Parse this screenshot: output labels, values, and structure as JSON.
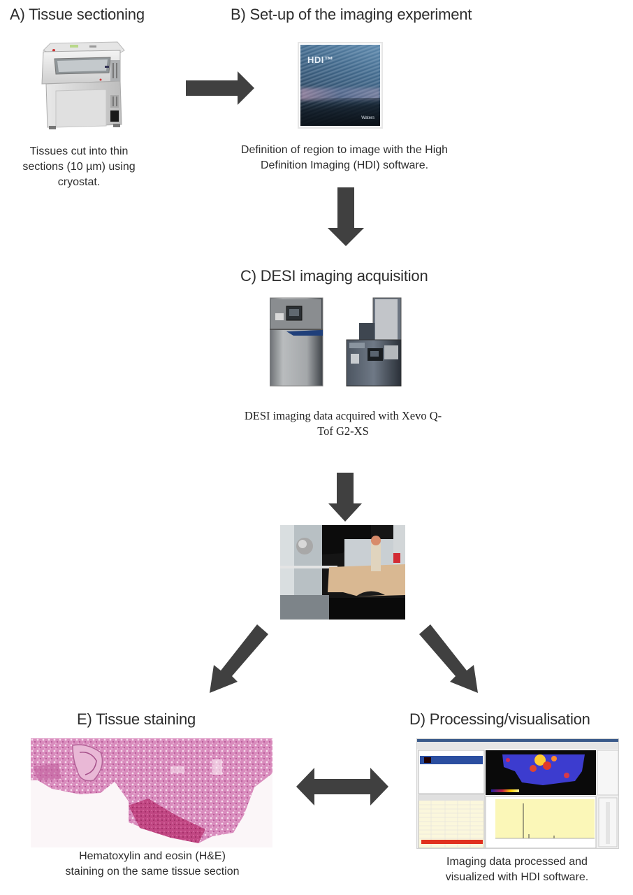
{
  "steps": {
    "a": {
      "heading": "A) Tissue sectioning",
      "caption_lines": [
        "Tissues cut into thin",
        "sections (10 µm) using",
        "cryostat."
      ],
      "image": "cryostat-machine"
    },
    "b": {
      "heading": "B) Set-up of the imaging experiment",
      "caption_lines": [
        "Definition of region to image with the High",
        "Definition Imaging (HDI) software."
      ],
      "image": "hdi-software-cover",
      "image_text": {
        "logo": "HDI™",
        "brand": "Waters"
      }
    },
    "c": {
      "heading": "C) DESI imaging acquisition",
      "caption_lines": [
        "DESI imaging data acquired with Xevo Q-",
        "Tof G2-XS"
      ],
      "image": "mass-spectrometers",
      "secondary_image": "desi-source-stage-photo"
    },
    "d": {
      "heading": "D) Processing/visualisation",
      "caption_lines": [
        "Imaging data processed and",
        "visualized with HDI software."
      ],
      "image": "hdi-software-screenshot"
    },
    "e": {
      "heading": "E) Tissue staining",
      "caption_lines": [
        "Hematoxylin and eosin (H&E)",
        "staining on the same tissue section"
      ],
      "image": "he-stained-tissue"
    }
  },
  "arrows": [
    {
      "from": "a",
      "to": "b",
      "type": "right-arrow"
    },
    {
      "from": "b",
      "to": "c",
      "type": "down-arrow"
    },
    {
      "from": "c",
      "to": "desi-photo",
      "type": "down-arrow"
    },
    {
      "from": "desi-photo",
      "to": "e",
      "type": "down-left-arrow"
    },
    {
      "from": "desi-photo",
      "to": "d",
      "type": "down-right-arrow"
    },
    {
      "from": "e",
      "to": "d",
      "type": "double-headed-arrow"
    }
  ],
  "colors": {
    "arrow": "#404040",
    "text": "#2d2d2d",
    "tissue_pink": "#d77fb0",
    "tissue_dark": "#b8336a",
    "heatmap_bg": "#3a3ad0"
  }
}
